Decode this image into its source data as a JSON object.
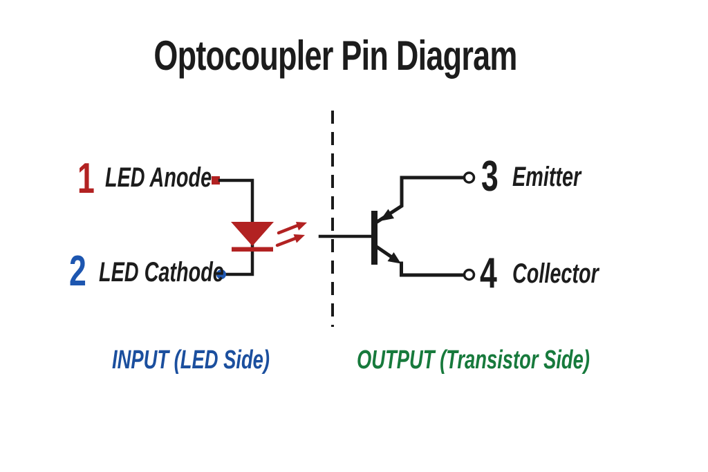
{
  "title": "Optocoupler Pin Diagram",
  "pins": [
    {
      "number": "1",
      "label": "LED Anode"
    },
    {
      "number": "2",
      "label": "LED Cathode"
    },
    {
      "number": "3",
      "label": "Emitter"
    },
    {
      "number": "4",
      "label": "Collector"
    }
  ],
  "sections": {
    "input": "INPUT (LED Side)",
    "output": "OUTPUT (Transistor Side)"
  },
  "colors": {
    "pin1_red": "#B22222",
    "led_red": "#B22222",
    "pin2_blue": "#1D56B0",
    "input_label_blue": "#1B4F9E",
    "output_label_green": "#177A3C",
    "line_black": "#1A1A1A",
    "background": "#FFFFFF"
  },
  "icons": {
    "led": "led-diode-icon",
    "light_emission": "light-arrows-icon",
    "isolation_barrier": "dashed-barrier-icon",
    "transistor": "phototransistor-icon",
    "pin1_marker": "square-pin-icon",
    "pin2_marker": "dot-pin-icon",
    "pin3_terminal": "open-circle-terminal-icon",
    "pin4_terminal": "open-circle-terminal-icon"
  }
}
